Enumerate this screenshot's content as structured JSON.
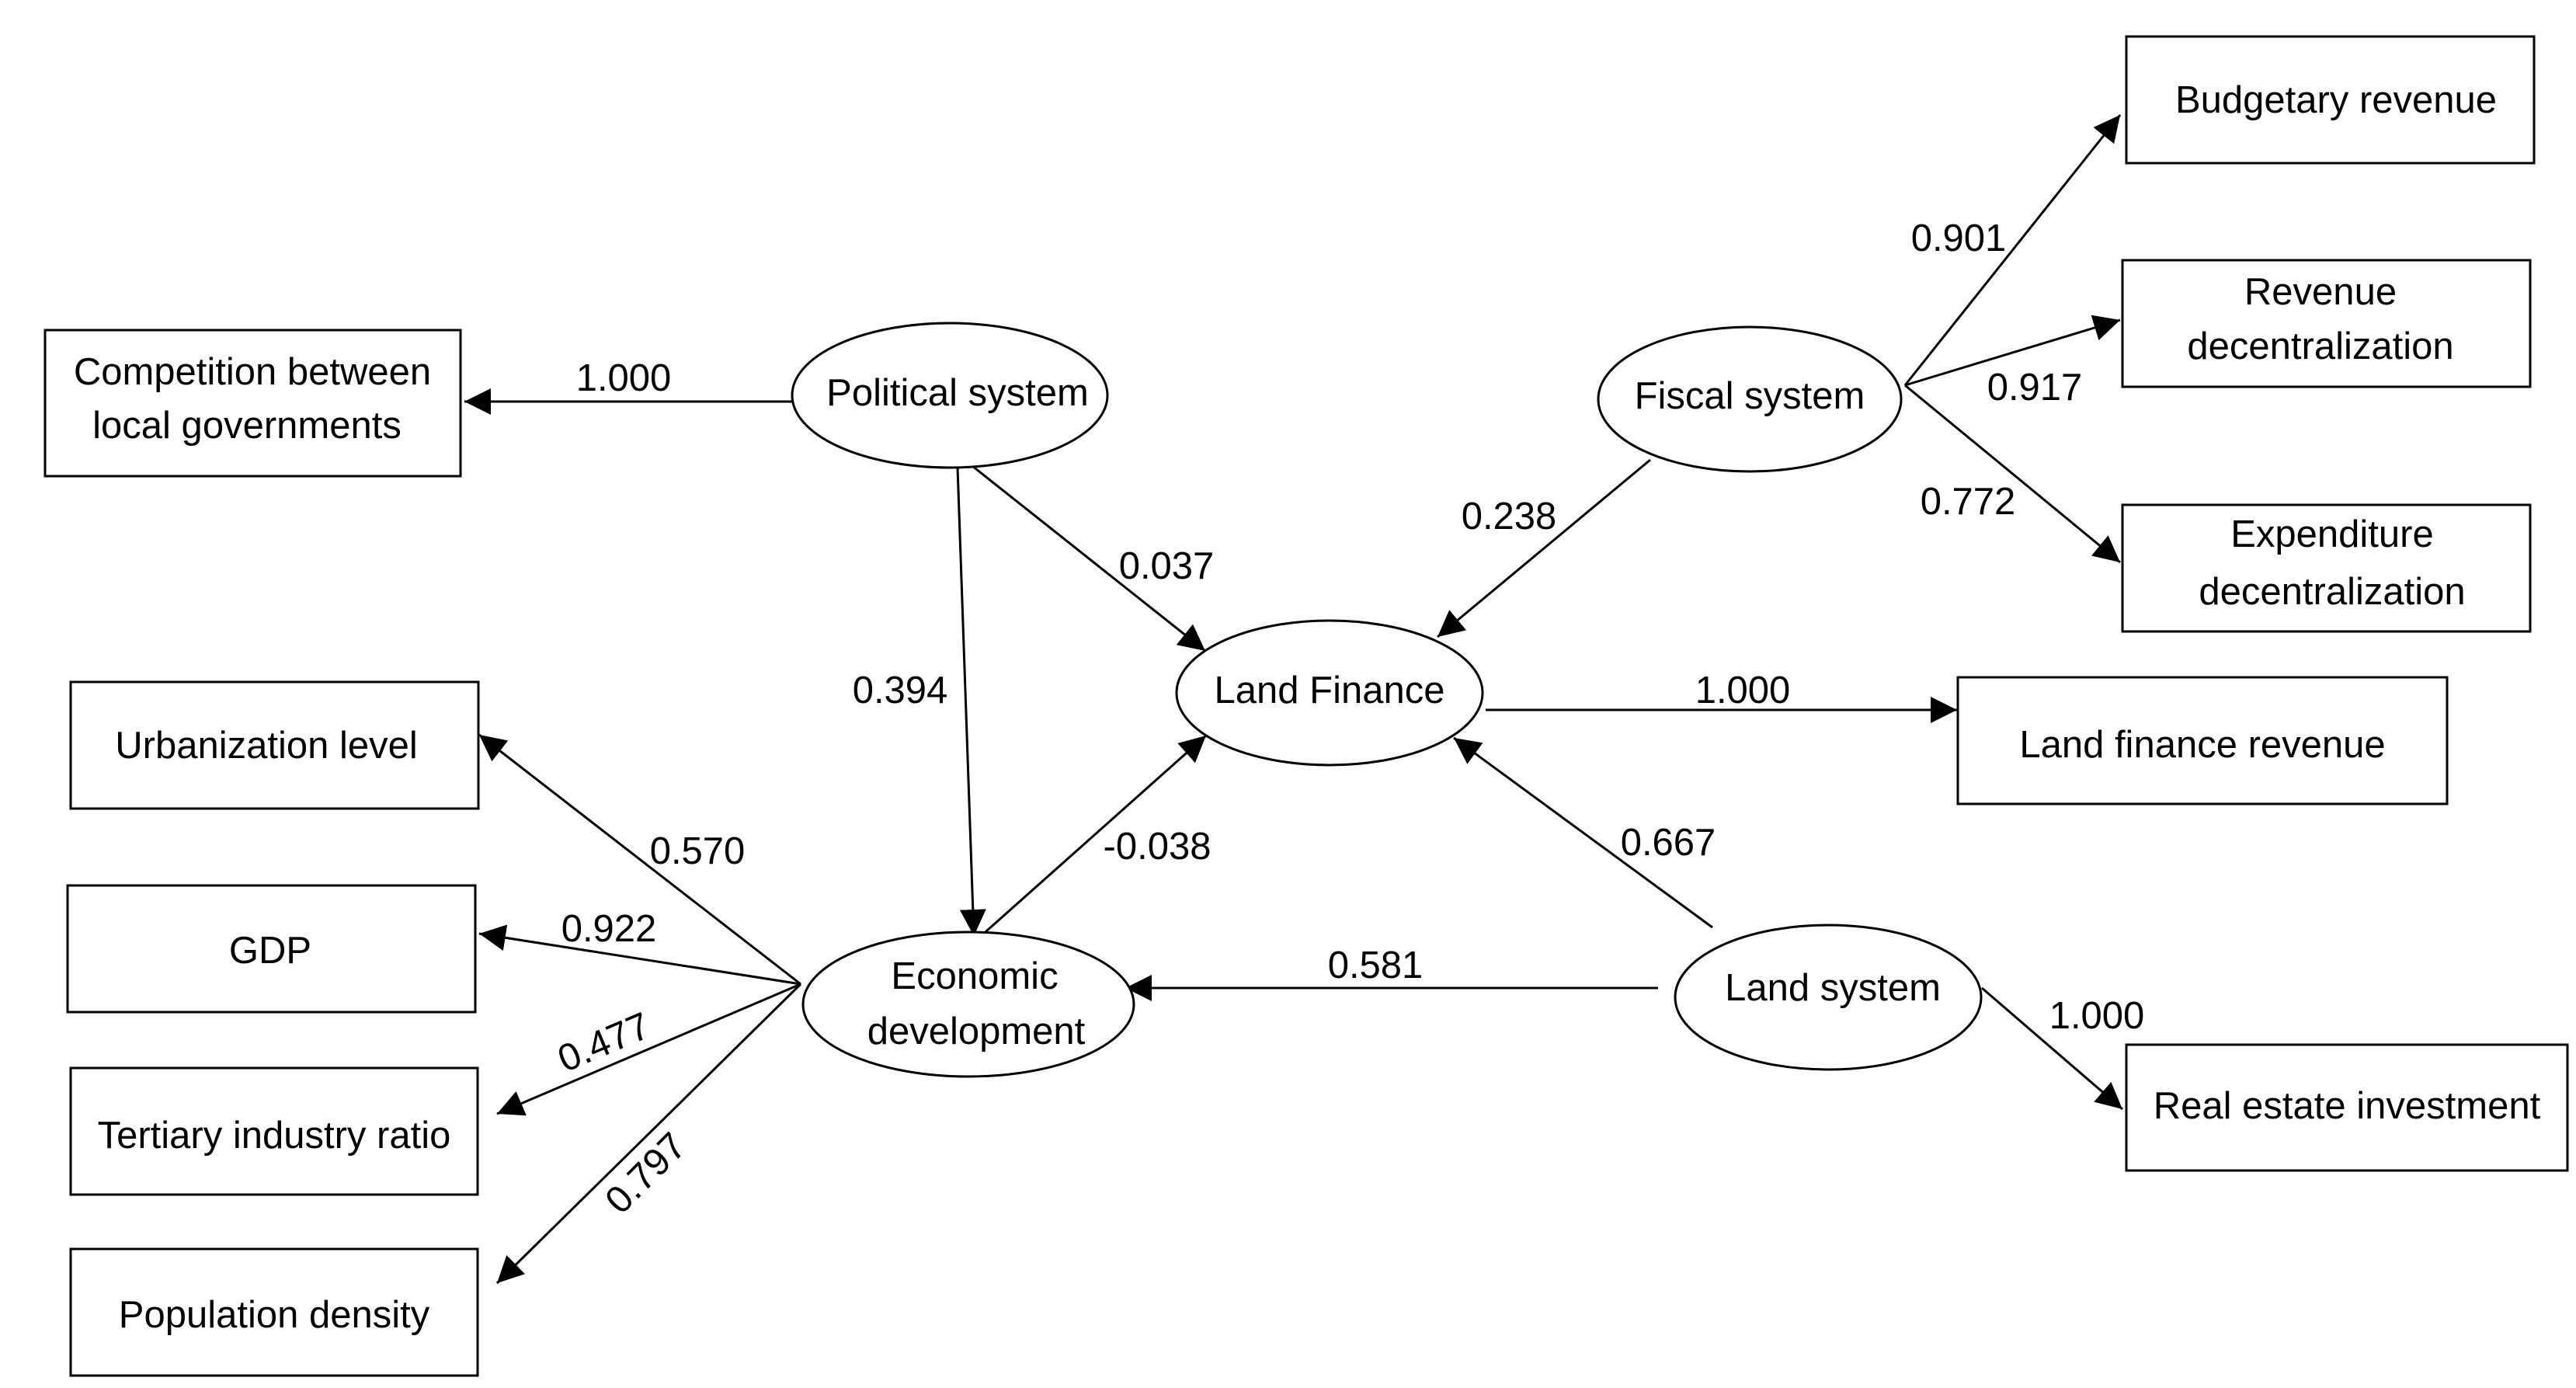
{
  "latent_variables": {
    "political": "Political system",
    "fiscal": "Fiscal system",
    "land_finance": "Land Finance",
    "economic": [
      "Economic",
      "development"
    ],
    "land_system": "Land system"
  },
  "indicators": {
    "competition": [
      "Competition between",
      "local governments"
    ],
    "urbanization": "Urbanization level",
    "gdp": "GDP",
    "tertiary": "Tertiary industry ratio",
    "population": "Population density",
    "budgetary": "Budgetary revenue",
    "revenue_decentralization": [
      "Revenue",
      "decentralization"
    ],
    "expenditure_decentralization": [
      "Expenditure",
      "decentralization"
    ],
    "land_finance_revenue": "Land finance revenue",
    "real_estate": "Real estate investment"
  },
  "coefficients": {
    "political_competition": "1.000",
    "political_land_finance": "0.037",
    "political_economic": "0.394",
    "economic_land_finance": "-0.038",
    "fiscal_land_finance": "0.238",
    "fiscal_budgetary": "0.901",
    "fiscal_revenue": "0.917",
    "fiscal_expenditure": "0.772",
    "land_finance_revenue": "1.000",
    "land_system_land_finance": "0.667",
    "land_system_economic": "0.581",
    "land_system_real_estate": "1.000",
    "economic_urbanization": "0.570",
    "economic_gdp": "0.922",
    "economic_tertiary": "0.477",
    "economic_population": "0.797"
  }
}
